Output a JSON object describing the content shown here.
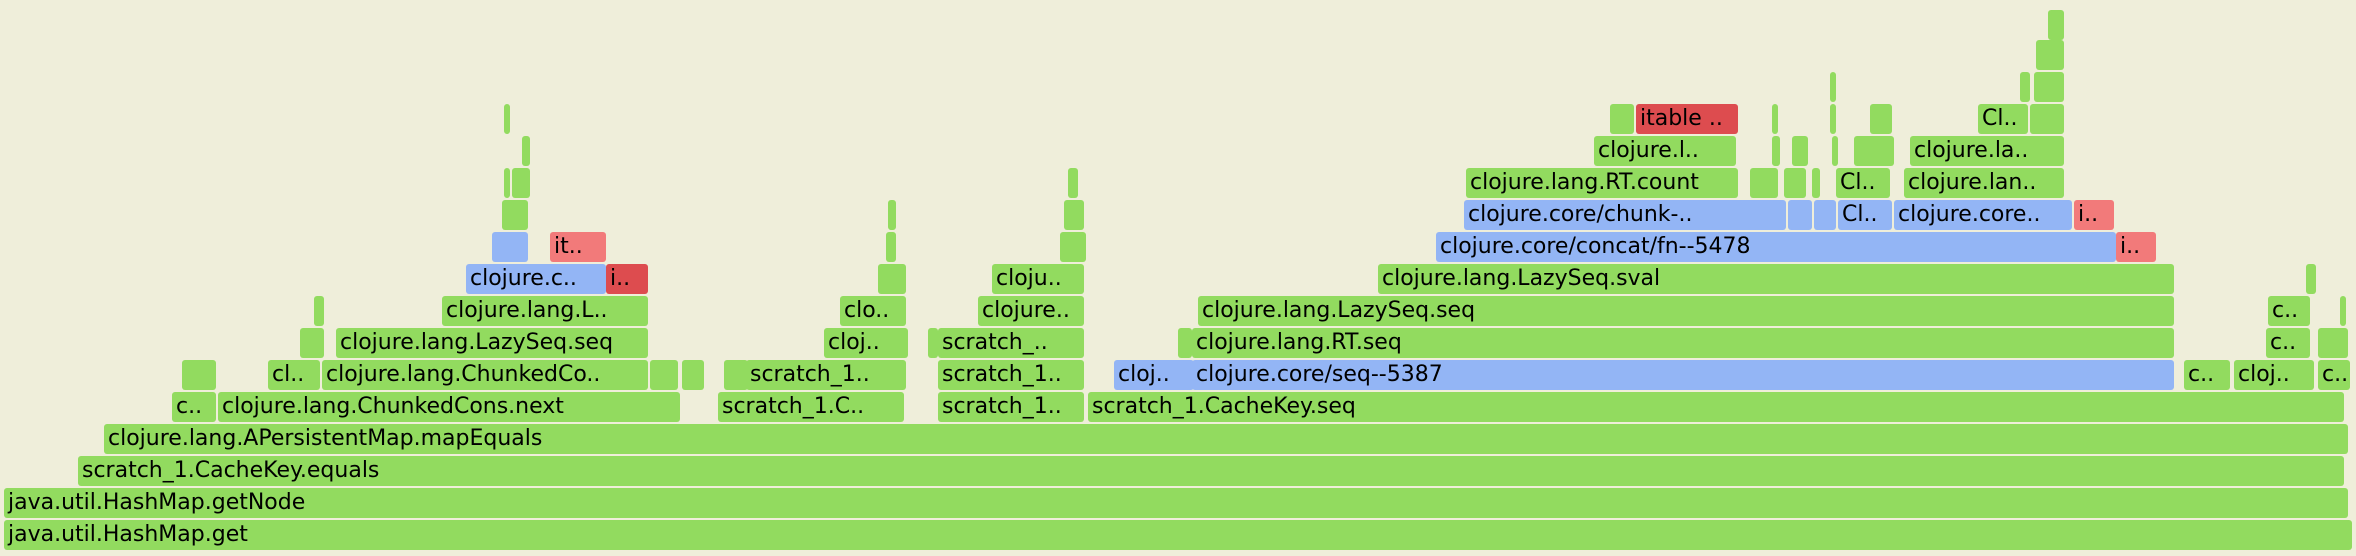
{
  "colors": {
    "background": "#efeeda",
    "green": "#92db5f",
    "blue": "#93b5f5",
    "red": "#f27a7a",
    "dark_red": "#dd4c4f"
  },
  "frames": [
    {
      "label": "java.util.HashMap.get",
      "color": "green",
      "depth": 0
    },
    {
      "label": "java.util.HashMap.getNode",
      "color": "green",
      "depth": 1
    },
    {
      "label": "scratch_1.CacheKey.equals",
      "color": "green",
      "depth": 2
    },
    {
      "label": "clojure.lang.APersistentMap.mapEquals",
      "color": "green",
      "depth": 3
    },
    {
      "label": "c..",
      "color": "green",
      "depth": 4
    },
    {
      "label": "clojure.lang.ChunkedCons.next",
      "color": "green",
      "depth": 4
    },
    {
      "label": "scratch_1.C..",
      "color": "green",
      "depth": 4
    },
    {
      "label": "scratch_1..",
      "color": "green",
      "depth": 4
    },
    {
      "label": "scratch_1.CacheKey.seq",
      "color": "green",
      "depth": 4
    },
    {
      "label": "cl..",
      "color": "green",
      "depth": 5
    },
    {
      "label": "clojure.lang.ChunkedCo..",
      "color": "green",
      "depth": 5
    },
    {
      "label": "scratch_1..",
      "color": "green",
      "depth": 5
    },
    {
      "label": "scratch_1..",
      "color": "green",
      "depth": 5
    },
    {
      "label": "cloj..",
      "color": "blue",
      "depth": 5
    },
    {
      "label": "clojure.core/seq--5387",
      "color": "blue",
      "depth": 5
    },
    {
      "label": "c..",
      "color": "green",
      "depth": 5
    },
    {
      "label": "cloj..",
      "color": "green",
      "depth": 5
    },
    {
      "label": "c..",
      "color": "green",
      "depth": 5
    },
    {
      "label": "clojure.lang.LazySeq.seq",
      "color": "green",
      "depth": 6
    },
    {
      "label": "cloj..",
      "color": "green",
      "depth": 6
    },
    {
      "label": "scratch_..",
      "color": "green",
      "depth": 6
    },
    {
      "label": "clojure.lang.RT.seq",
      "color": "green",
      "depth": 6
    },
    {
      "label": "c..",
      "color": "green",
      "depth": 6
    },
    {
      "label": "clojure.lang.L..",
      "color": "green",
      "depth": 7
    },
    {
      "label": "clo..",
      "color": "green",
      "depth": 7
    },
    {
      "label": "clojure..",
      "color": "green",
      "depth": 7
    },
    {
      "label": "clojure.lang.LazySeq.seq",
      "color": "green",
      "depth": 7
    },
    {
      "label": "c..",
      "color": "green",
      "depth": 7
    },
    {
      "label": "clojure.c..",
      "color": "blue",
      "depth": 8
    },
    {
      "label": "i..",
      "color": "dred",
      "depth": 8
    },
    {
      "label": "cloju..",
      "color": "green",
      "depth": 8
    },
    {
      "label": "clojure.lang.LazySeq.sval",
      "color": "green",
      "depth": 8
    },
    {
      "label": "it..",
      "color": "red",
      "depth": 9
    },
    {
      "label": "clojure.core/concat/fn--5478",
      "color": "blue",
      "depth": 9
    },
    {
      "label": "i..",
      "color": "red",
      "depth": 9
    },
    {
      "label": "clojure.core/chunk-..",
      "color": "blue",
      "depth": 10
    },
    {
      "label": "Cl..",
      "color": "blue",
      "depth": 10
    },
    {
      "label": "clojure.core..",
      "color": "blue",
      "depth": 10
    },
    {
      "label": "i..",
      "color": "red",
      "depth": 10
    },
    {
      "label": "clojure.lang.RT.count",
      "color": "green",
      "depth": 11
    },
    {
      "label": "Cl..",
      "color": "green",
      "depth": 11
    },
    {
      "label": "clojure.lan..",
      "color": "green",
      "depth": 11
    },
    {
      "label": "clojure.l..",
      "color": "green",
      "depth": 12
    },
    {
      "label": "clojure.la..",
      "color": "green",
      "depth": 12
    },
    {
      "label": "itable ..",
      "color": "dred",
      "depth": 13
    },
    {
      "label": "Cl..",
      "color": "green",
      "depth": 13
    }
  ]
}
